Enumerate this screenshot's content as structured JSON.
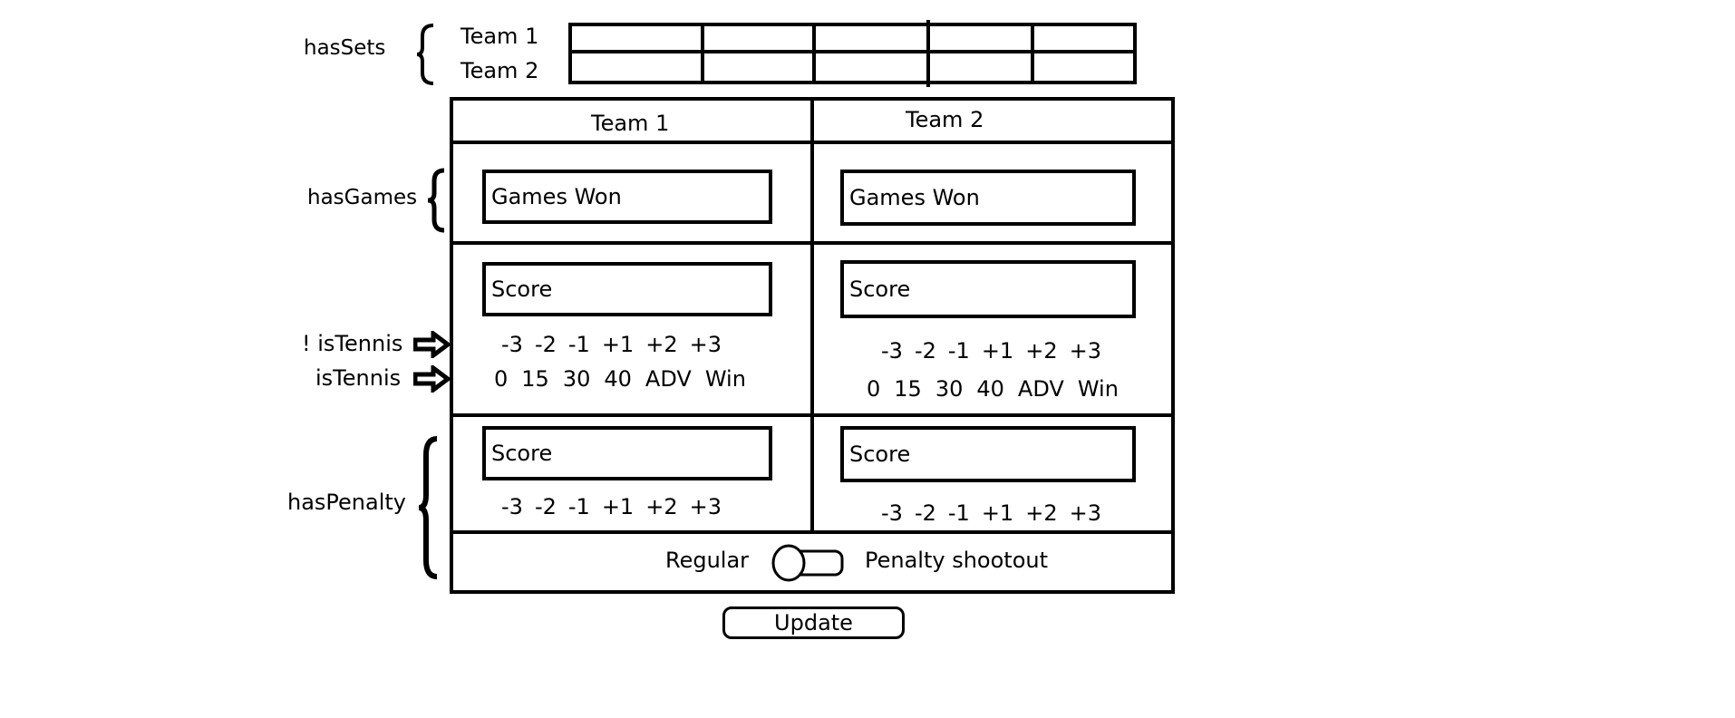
{
  "annotations": {
    "has_sets": "hasSets",
    "has_games": "hasGames",
    "not_is_tennis": "! isTennis",
    "is_tennis": "isTennis",
    "has_penalty": "hasPenalty"
  },
  "sets_table": {
    "team1": "Team 1",
    "team2": "Team 2"
  },
  "main_table": {
    "team1_header": "Team 1",
    "team2_header": "Team 2"
  },
  "games": {
    "team1_placeholder": "Games Won",
    "team2_placeholder": "Games Won"
  },
  "score": {
    "team1_placeholder": "Score",
    "team2_placeholder": "Score",
    "increments": [
      "-3",
      "-2",
      "-1",
      "+1",
      "+2",
      "+3"
    ],
    "tennis_points": [
      "0",
      "15",
      "30",
      "40",
      "ADV",
      "Win"
    ]
  },
  "penalty": {
    "team1_placeholder": "Score",
    "team2_placeholder": "Score",
    "increments": [
      "-3",
      "-2",
      "-1",
      "+1",
      "+2",
      "+3"
    ]
  },
  "mode_toggle": {
    "left_label": "Regular",
    "right_label": "Penalty shootout"
  },
  "update_button": "Update"
}
